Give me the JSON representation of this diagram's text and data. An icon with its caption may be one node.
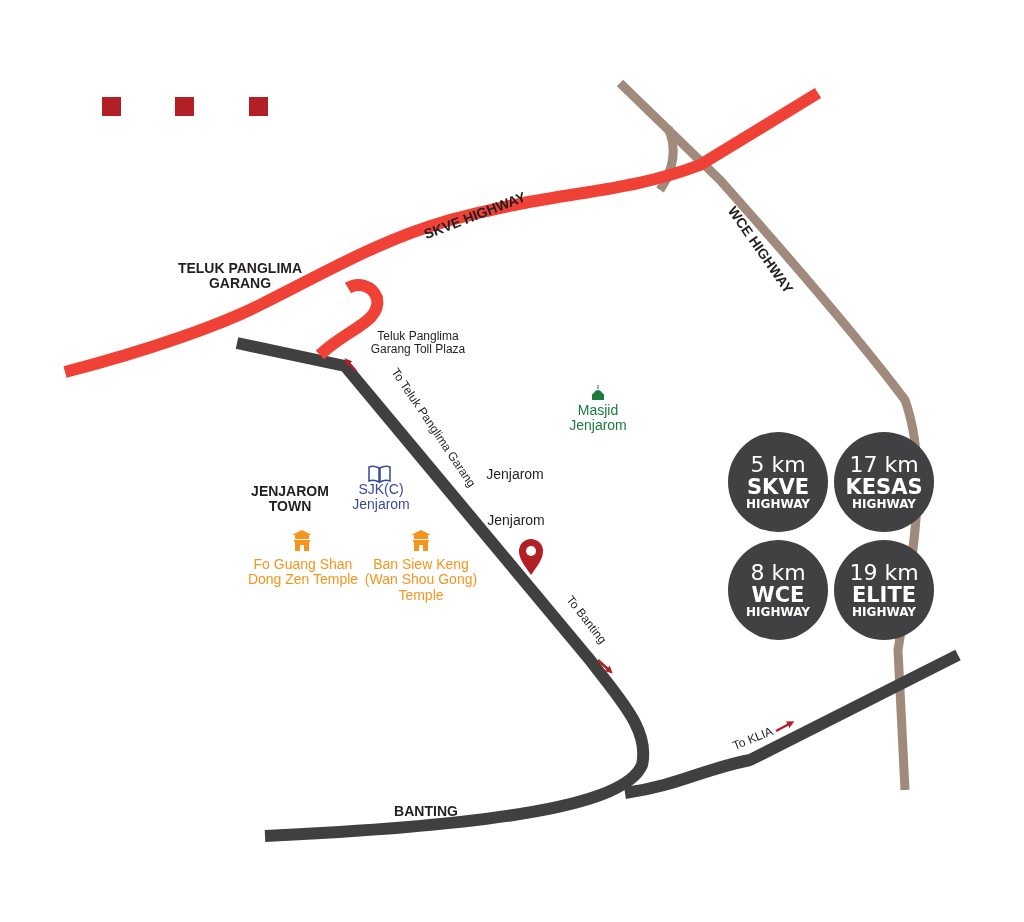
{
  "diagram": {
    "nodes": [
      {
        "text": [
          "5 km",
          "SKVE",
          "HIGHWAY"
        ]
      },
      {
        "text": [
          "17 km",
          "KESAS",
          "HIGHWAY"
        ]
      },
      {
        "text": [
          "8 km",
          "WCE",
          "HIGHWAY"
        ]
      },
      {
        "text": [
          "19 km",
          "ELITE",
          "HIGHWAY"
        ]
      }
    ],
    "labels": [
      "TELUK PANGLIMA GARANG",
      "SKVE HIGHWAY",
      "WCE HIGHWAY",
      "Teluk Panglima Garang Toll Plaza",
      "To Teluk Panglima Garang",
      "Masjid Jenjarom",
      "Jenjarom",
      "JENJAROM TOWN",
      "SJK(C) Jenjarom",
      "Jenjarom",
      "Fo Guang Shan Dong Zen Temple",
      "Ban Siew Keng (Wan Shou Gong) Temple",
      "To Banting",
      "To KLIA",
      "BANTING"
    ]
  }
}
